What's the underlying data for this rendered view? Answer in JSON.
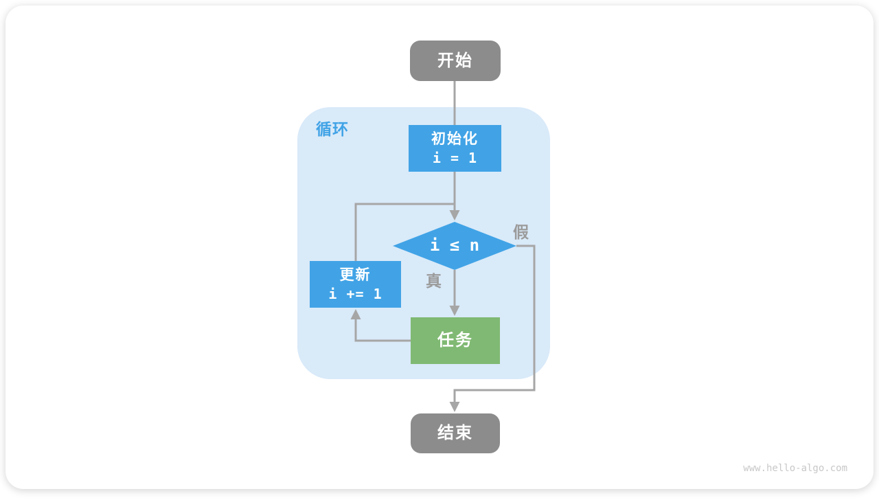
{
  "diagram": {
    "loop_label": "循环",
    "nodes": {
      "start": {
        "label": "开始"
      },
      "init": {
        "title": "初始化",
        "code": "i = 1"
      },
      "condition": {
        "code": "i ≤ n"
      },
      "update": {
        "title": "更新",
        "code": "i += 1"
      },
      "task": {
        "label": "任务"
      },
      "end": {
        "label": "结束"
      }
    },
    "branch_labels": {
      "true": "真",
      "false": "假"
    },
    "colors": {
      "node_blue": "#41a3e6",
      "loop_background": "#d9eaf9",
      "node_green": "#80b973",
      "node_gray": "#8c8c8c",
      "connector_gray": "#a6a6a6",
      "branch_label_gray": "#9b9b9b"
    }
  },
  "page": {
    "watermark": "www.hello-algo.com"
  }
}
